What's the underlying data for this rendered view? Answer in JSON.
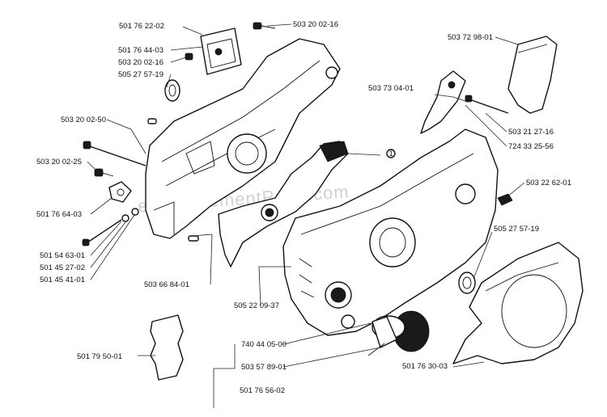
{
  "watermark": "eReplacementParts.com",
  "callout_symbol": "1",
  "labels": {
    "p_50176220": "501 76 22-02",
    "p_50320216_top": "503 20 02-16",
    "p_50176440": "501 76 44-03",
    "p_50320216_mid": "503 20 02-16",
    "p_50527571_left": "505 27 57-19",
    "p_50320250": "503 20 02-50",
    "p_50320225": "503 20 02-25",
    "p_50176642": "501 76 64-03",
    "p_50154631": "501 54 63-01",
    "p_50145270": "501 45 27-02",
    "p_50145410": "501 45 41-01",
    "p_50366841": "503 66 84-01",
    "p_50522093": "505 22 09-37",
    "p_50179501": "501 79 50-01",
    "p_74044050": "740 44 05-00",
    "p_50357891": "503 57 89-01",
    "p_50176562": "501 76 56-02",
    "p_50372980": "503 72 98-01",
    "p_50373040": "503 73 04-01",
    "p_50321271": "503 21 27-16",
    "p_72433255": "724 33 25-56",
    "p_50322620": "503 22 62-01",
    "p_50527571_right": "505 27 57-19",
    "p_50176300": "501 76 30-03"
  }
}
